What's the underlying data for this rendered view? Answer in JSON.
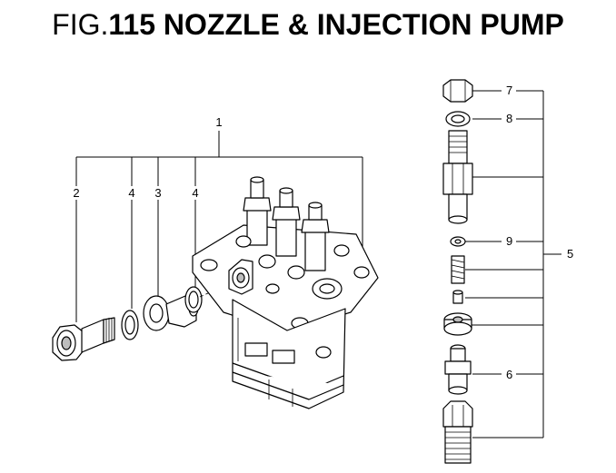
{
  "title": {
    "prefix": "FIG.",
    "rest": "115 NOZZLE & INJECTION PUMP"
  },
  "callouts": {
    "c1": "1",
    "c2": "2",
    "c3": "3",
    "c4a": "4",
    "c4b": "4",
    "c5": "5",
    "c6": "6",
    "c7": "7",
    "c8": "8",
    "c9": "9"
  }
}
